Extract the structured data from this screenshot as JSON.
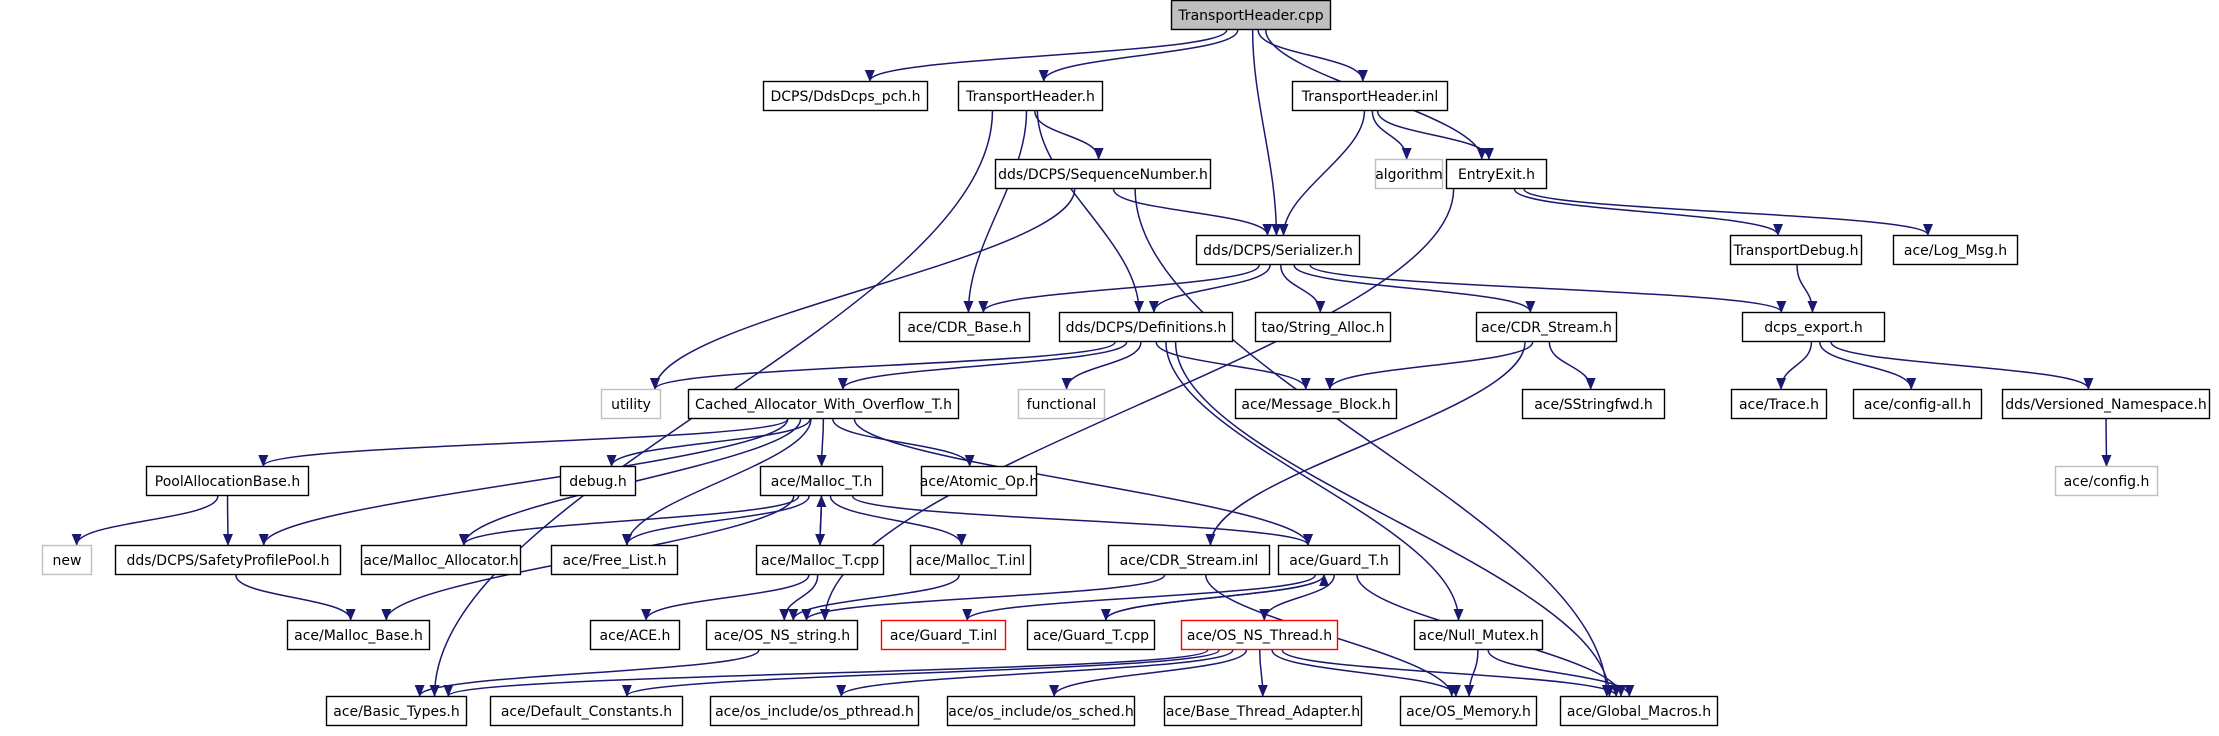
{
  "diagram": {
    "colors": {
      "edge": "#191970",
      "node_border": "#000000",
      "root_fill": "#bfbfbf",
      "external_border": "#bfbfbf",
      "truncated_border": "#ff0000"
    },
    "nodes": [
      {
        "id": "n0",
        "label": "TransportHeader.cpp",
        "kind": "root"
      },
      {
        "id": "n1",
        "label": "DCPS/DdsDcps_pch.h",
        "kind": "normal"
      },
      {
        "id": "n2",
        "label": "TransportHeader.h",
        "kind": "normal"
      },
      {
        "id": "n3",
        "label": "TransportHeader.inl",
        "kind": "normal"
      },
      {
        "id": "n4",
        "label": "EntryExit.h",
        "kind": "normal"
      },
      {
        "id": "n5",
        "label": "dds/DCPS/SequenceNumber.h",
        "kind": "normal"
      },
      {
        "id": "n6",
        "label": "algorithm",
        "kind": "external"
      },
      {
        "id": "n7",
        "label": "dds/DCPS/Serializer.h",
        "kind": "normal"
      },
      {
        "id": "n8",
        "label": "TransportDebug.h",
        "kind": "normal"
      },
      {
        "id": "n9",
        "label": "ace/Log_Msg.h",
        "kind": "normal"
      },
      {
        "id": "n10",
        "label": "ace/CDR_Base.h",
        "kind": "normal"
      },
      {
        "id": "n11",
        "label": "dds/DCPS/Definitions.h",
        "kind": "normal"
      },
      {
        "id": "n12",
        "label": "tao/String_Alloc.h",
        "kind": "normal"
      },
      {
        "id": "n13",
        "label": "ace/CDR_Stream.h",
        "kind": "normal"
      },
      {
        "id": "n14",
        "label": "dcps_export.h",
        "kind": "normal"
      },
      {
        "id": "n15",
        "label": "utility",
        "kind": "external"
      },
      {
        "id": "n16",
        "label": "Cached_Allocator_With_Overflow_T.h",
        "kind": "normal"
      },
      {
        "id": "n17",
        "label": "functional",
        "kind": "external"
      },
      {
        "id": "n18",
        "label": "ace/Message_Block.h",
        "kind": "normal"
      },
      {
        "id": "n19",
        "label": "ace/SStringfwd.h",
        "kind": "normal"
      },
      {
        "id": "n20",
        "label": "ace/Trace.h",
        "kind": "normal"
      },
      {
        "id": "n21",
        "label": "ace/config-all.h",
        "kind": "normal"
      },
      {
        "id": "n22",
        "label": "dds/Versioned_Namespace.h",
        "kind": "normal"
      },
      {
        "id": "n23",
        "label": "PoolAllocationBase.h",
        "kind": "normal"
      },
      {
        "id": "n24",
        "label": "debug.h",
        "kind": "normal"
      },
      {
        "id": "n25",
        "label": "ace/Malloc_T.h",
        "kind": "normal"
      },
      {
        "id": "n26",
        "label": "ace/Atomic_Op.h",
        "kind": "normal"
      },
      {
        "id": "n27",
        "label": "ace/config.h",
        "kind": "external"
      },
      {
        "id": "n28",
        "label": "new",
        "kind": "external"
      },
      {
        "id": "n29",
        "label": "dds/DCPS/SafetyProfilePool.h",
        "kind": "normal"
      },
      {
        "id": "n30",
        "label": "ace/Malloc_Allocator.h",
        "kind": "normal"
      },
      {
        "id": "n31",
        "label": "ace/Free_List.h",
        "kind": "normal"
      },
      {
        "id": "n32",
        "label": "ace/Malloc_T.cpp",
        "kind": "normal"
      },
      {
        "id": "n33",
        "label": "ace/Malloc_T.inl",
        "kind": "normal"
      },
      {
        "id": "n34",
        "label": "ace/CDR_Stream.inl",
        "kind": "normal"
      },
      {
        "id": "n35",
        "label": "ace/Guard_T.h",
        "kind": "normal"
      },
      {
        "id": "n36",
        "label": "ace/Malloc_Base.h",
        "kind": "normal"
      },
      {
        "id": "n37",
        "label": "ace/ACE.h",
        "kind": "normal"
      },
      {
        "id": "n38",
        "label": "ace/OS_NS_string.h",
        "kind": "normal"
      },
      {
        "id": "n39",
        "label": "ace/Guard_T.inl",
        "kind": "truncated"
      },
      {
        "id": "n40",
        "label": "ace/Guard_T.cpp",
        "kind": "normal"
      },
      {
        "id": "n41",
        "label": "ace/OS_NS_Thread.h",
        "kind": "truncated"
      },
      {
        "id": "n42",
        "label": "ace/Null_Mutex.h",
        "kind": "normal"
      },
      {
        "id": "n43",
        "label": "ace/Basic_Types.h",
        "kind": "normal"
      },
      {
        "id": "n44",
        "label": "ace/Default_Constants.h",
        "kind": "normal"
      },
      {
        "id": "n45",
        "label": "ace/os_include/os_pthread.h",
        "kind": "normal"
      },
      {
        "id": "n46",
        "label": "ace/os_include/os_sched.h",
        "kind": "normal"
      },
      {
        "id": "n47",
        "label": "ace/Base_Thread_Adapter.h",
        "kind": "normal"
      },
      {
        "id": "n48",
        "label": "ace/OS_Memory.h",
        "kind": "normal"
      },
      {
        "id": "n49",
        "label": "ace/Global_Macros.h",
        "kind": "normal"
      }
    ],
    "edges": [
      [
        "n0",
        "n1"
      ],
      [
        "n0",
        "n2"
      ],
      [
        "n0",
        "n3"
      ],
      [
        "n0",
        "n4"
      ],
      [
        "n0",
        "n7"
      ],
      [
        "n2",
        "n5"
      ],
      [
        "n2",
        "n10"
      ],
      [
        "n2",
        "n11"
      ],
      [
        "n2",
        "n43"
      ],
      [
        "n3",
        "n6"
      ],
      [
        "n3",
        "n4"
      ],
      [
        "n3",
        "n7"
      ],
      [
        "n4",
        "n8"
      ],
      [
        "n4",
        "n9"
      ],
      [
        "n4",
        "n38"
      ],
      [
        "n5",
        "n7"
      ],
      [
        "n5",
        "n15"
      ],
      [
        "n5",
        "n49"
      ],
      [
        "n7",
        "n10"
      ],
      [
        "n7",
        "n11"
      ],
      [
        "n7",
        "n12"
      ],
      [
        "n7",
        "n13"
      ],
      [
        "n7",
        "n14"
      ],
      [
        "n8",
        "n14"
      ],
      [
        "n11",
        "n15"
      ],
      [
        "n11",
        "n16"
      ],
      [
        "n11",
        "n17"
      ],
      [
        "n11",
        "n18"
      ],
      [
        "n11",
        "n42"
      ],
      [
        "n11",
        "n49"
      ],
      [
        "n13",
        "n18"
      ],
      [
        "n13",
        "n19"
      ],
      [
        "n13",
        "n34"
      ],
      [
        "n14",
        "n20"
      ],
      [
        "n14",
        "n21"
      ],
      [
        "n14",
        "n22"
      ],
      [
        "n22",
        "n27"
      ],
      [
        "n16",
        "n23"
      ],
      [
        "n16",
        "n24"
      ],
      [
        "n16",
        "n25"
      ],
      [
        "n16",
        "n26"
      ],
      [
        "n16",
        "n29"
      ],
      [
        "n16",
        "n30"
      ],
      [
        "n16",
        "n31"
      ],
      [
        "n16",
        "n35"
      ],
      [
        "n23",
        "n28"
      ],
      [
        "n23",
        "n29"
      ],
      [
        "n29",
        "n36"
      ],
      [
        "n25",
        "n30"
      ],
      [
        "n25",
        "n31"
      ],
      [
        "n25",
        "n32"
      ],
      [
        "n25",
        "n33"
      ],
      [
        "n25",
        "n36"
      ],
      [
        "n25",
        "n35"
      ],
      [
        "n32",
        "n25"
      ],
      [
        "n32",
        "n37"
      ],
      [
        "n32",
        "n38"
      ],
      [
        "n33",
        "n38"
      ],
      [
        "n34",
        "n38"
      ],
      [
        "n34",
        "n48"
      ],
      [
        "n35",
        "n39"
      ],
      [
        "n35",
        "n40"
      ],
      [
        "n35",
        "n41"
      ],
      [
        "n35",
        "n49"
      ],
      [
        "n40",
        "n35"
      ],
      [
        "n38",
        "n43"
      ],
      [
        "n41",
        "n43"
      ],
      [
        "n41",
        "n44"
      ],
      [
        "n41",
        "n45"
      ],
      [
        "n41",
        "n46"
      ],
      [
        "n41",
        "n47"
      ],
      [
        "n41",
        "n48"
      ],
      [
        "n41",
        "n49"
      ],
      [
        "n42",
        "n48"
      ],
      [
        "n42",
        "n49"
      ]
    ]
  }
}
